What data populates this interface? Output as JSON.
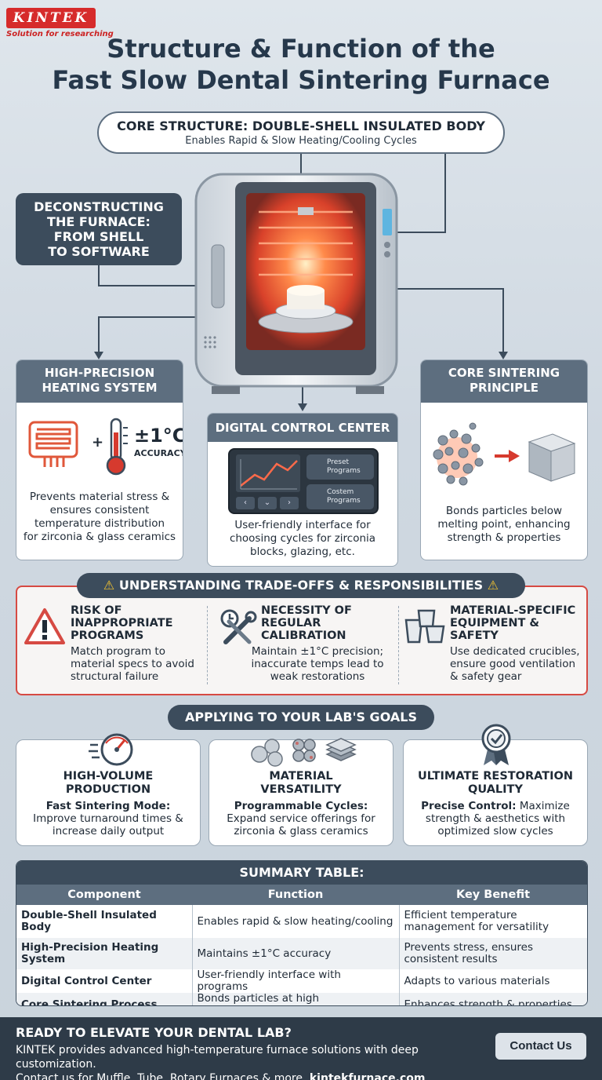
{
  "brand": {
    "name": "KINTEK",
    "tagline": "Solution for researching",
    "color": "#d62b2b"
  },
  "title": {
    "line1": "Structure & Function of the",
    "line2": "Fast Slow Dental Sintering Furnace"
  },
  "core": {
    "heading": "CORE STRUCTURE: DOUBLE-SHELL INSULATED BODY",
    "sub": "Enables Rapid & Slow Heating/Cooling Cycles"
  },
  "deconstruct": {
    "line1": "DECONSTRUCTING",
    "line2": "THE FURNACE:",
    "line3": "FROM SHELL",
    "line4": "TO SOFTWARE"
  },
  "heating": {
    "head1": "HIGH-PRECISION",
    "head2": "HEATING SYSTEM",
    "accuracy": "±1°C",
    "accuracy_label": "ACCURACY",
    "desc1": "Prevents material stress &",
    "desc2": "ensures consistent",
    "desc3": "temperature distribution",
    "desc4": "for zirconia & glass ceramics"
  },
  "control": {
    "head": "DIGITAL CONTROL CENTER",
    "btn1a": "Preset",
    "btn1b": "Programs",
    "btn2a": "Costem",
    "btn2b": "Programs",
    "desc1": "User-friendly interface for",
    "desc2": "choosing cycles for zirconia",
    "desc3": "blocks, glazing, etc."
  },
  "principle": {
    "head1": "CORE SINTERING",
    "head2": "PRINCIPLE",
    "desc1": "Bonds particles below",
    "desc2": "melting point, enhancing",
    "desc3": "strength & properties"
  },
  "tradeoffs": {
    "heading": "UNDERSTANDING TRADE-OFFS & RESPONSIBILITIES",
    "items": [
      {
        "t1": "RISK OF",
        "t2": "INAPPROPRIATE",
        "t3": "PROGRAMS",
        "b1": "Match program to",
        "b2": "material specs to avoid",
        "b3": "structural failure"
      },
      {
        "t1": "NECESSITY OF",
        "t2": "REGULAR",
        "t3": "CALIBRATION",
        "b1": "Maintain ±1°C precision;",
        "b2": "inaccurate temps lead to",
        "b3": "weak restorations"
      },
      {
        "t1": "MATERIAL-SPECIFIC",
        "t2": "EQUIPMENT &",
        "t3": "SAFETY",
        "b1": "Use dedicated crucibles,",
        "b2": "ensure good ventilation",
        "b3": "& safety gear"
      }
    ]
  },
  "goals": {
    "heading": "APPLYING TO YOUR LAB'S GOALS",
    "items": [
      {
        "h1": "HIGH-VOLUME",
        "h2": "PRODUCTION",
        "bold": "Fast Sintering Mode:",
        "b1": "Improve turnaround times &",
        "b2": "increase daily output"
      },
      {
        "h1": "MATERIAL",
        "h2": "VERSATILITY",
        "bold": "Programmable Cycles:",
        "b1": "Expand service offerings for",
        "b2": "zirconia & glass ceramics"
      },
      {
        "h1": "ULTIMATE RESTORATION",
        "h2": "QUALITY",
        "bold": "Precise Control:",
        "b0": "Maximize",
        "b1": "strength & aesthetics with",
        "b2": "optimized slow cycles"
      }
    ]
  },
  "summary": {
    "title": "SUMMARY TABLE:",
    "headers": [
      "Component",
      "Function",
      "Key Benefit"
    ],
    "rows": [
      [
        "Double-Shell Insulated Body",
        "Enables rapid & slow heating/cooling",
        "Efficient temperature management for versatility"
      ],
      [
        "High-Precision Heating System",
        "Maintains ±1°C accuracy",
        "Prevents stress, ensures consistent results"
      ],
      [
        "Digital Control Center",
        "User-friendly interface with programs",
        "Adapts to various materials"
      ],
      [
        "Core Sintering Process",
        "Bonds particles at high temperatures",
        "Enhances strength & properties"
      ]
    ]
  },
  "footer": {
    "heading": "READY TO ELEVATE YOUR DENTAL LAB?",
    "line1": "KINTEK provides advanced high-temperature furnace solutions with deep customization.",
    "line2": "Contact us for Muffle, Tube, Rotary Furnaces & more.",
    "link": "kintekfurnace.com",
    "button": "Contact Us"
  }
}
